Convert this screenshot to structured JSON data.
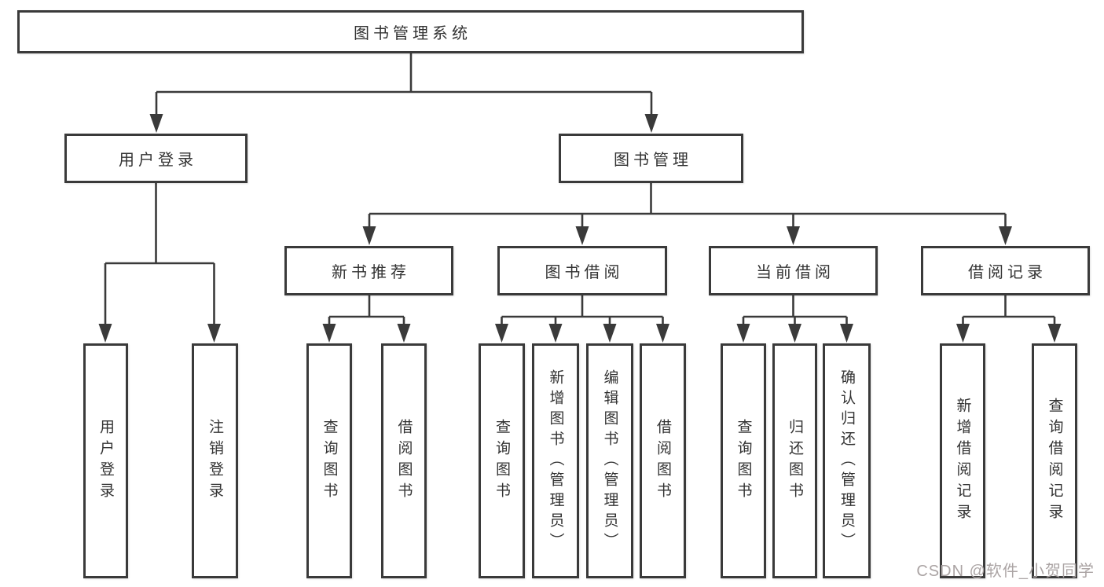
{
  "colors": {
    "line": "#3a3a3a",
    "text": "#333333",
    "box_background": "#ffffff",
    "page_background": "#ffffff",
    "watermark": "#aba4a4"
  },
  "diagram": {
    "type": "hierarchy-tree",
    "root": {
      "label": "图书管理系统"
    },
    "branches": [
      {
        "label": "用户登录",
        "children": [
          {
            "label": "用户登录"
          },
          {
            "label": "注销登录"
          }
        ]
      },
      {
        "label": "图书管理",
        "children": [
          {
            "label": "新书推荐",
            "children": [
              {
                "label": "查询图书"
              },
              {
                "label": "借阅图书"
              }
            ]
          },
          {
            "label": "图书借阅",
            "children": [
              {
                "label": "查询图书"
              },
              {
                "label": "新增图书（管理员）"
              },
              {
                "label": "编辑图书（管理员）"
              },
              {
                "label": "借阅图书"
              }
            ]
          },
          {
            "label": "当前借阅",
            "children": [
              {
                "label": "查询图书"
              },
              {
                "label": "归还图书"
              },
              {
                "label": "确认归还（管理员）"
              }
            ]
          },
          {
            "label": "借阅记录",
            "children": [
              {
                "label": "新增借阅记录"
              },
              {
                "label": "查询借阅记录"
              }
            ]
          }
        ]
      }
    ]
  },
  "watermark": {
    "text": "CSDN @软件_小贺同学"
  }
}
